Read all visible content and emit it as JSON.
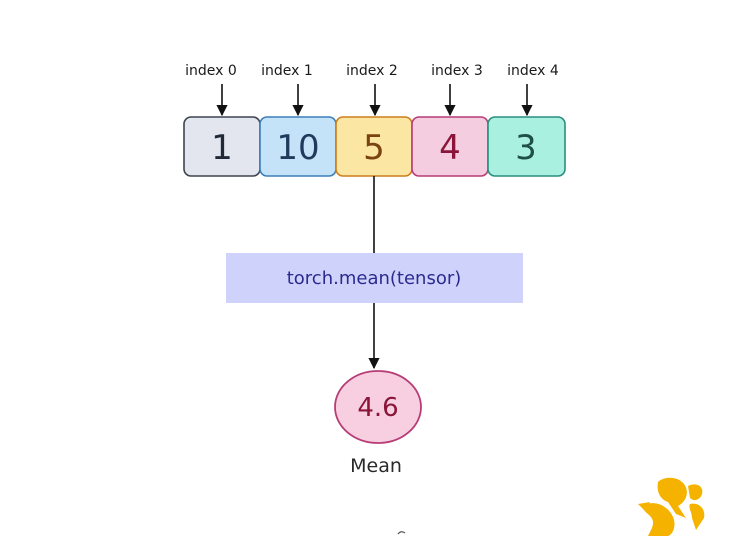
{
  "tensor": {
    "indices": [
      "index 0",
      "index 1",
      "index 2",
      "index 3",
      "index 4"
    ],
    "values": [
      "1",
      "10",
      "5",
      "4",
      "3"
    ],
    "fills": [
      "#e3e6ee",
      "#c5e3f8",
      "#fbe6a4",
      "#f5cde0",
      "#aaf0e0"
    ],
    "strokes": [
      "#3d4450",
      "#3c7fb7",
      "#cc7f1c",
      "#b73d75",
      "#2b8d7d"
    ],
    "text_colors": [
      "#1f2937",
      "#1f3a5c",
      "#7a4210",
      "#8a1538",
      "#1d4f47"
    ]
  },
  "operation": {
    "label": "torch.mean(tensor)",
    "fill": "#cfd3fb"
  },
  "result": {
    "value": "4.6",
    "label": "Mean",
    "fill": "#f7cfe1",
    "stroke": "#b73d75"
  },
  "logo": {
    "icon": "yellow-mascot-logo",
    "color": "#f5b300"
  }
}
